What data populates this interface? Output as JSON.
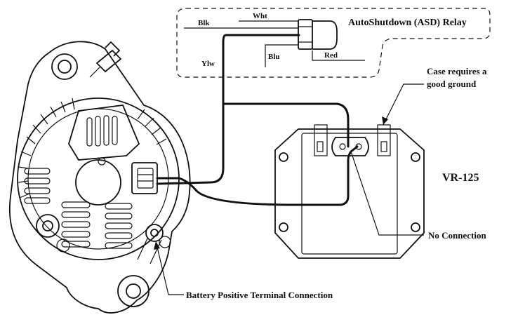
{
  "relay": {
    "title": "AutoShutdown (ASD) Relay",
    "wires": {
      "blk": "Blk",
      "wht": "Wht",
      "ylw": "Ylw",
      "blu": "Blu",
      "red": "Red"
    }
  },
  "regulator": {
    "name": "VR-125",
    "case_note_line1": "Case requires a",
    "case_note_line2": "good ground",
    "no_connection": "No Connection"
  },
  "alternator": {
    "battery_terminal": "Battery Positive Terminal Connection"
  },
  "colors": {
    "ink": "#111111",
    "paper": "#ffffff"
  }
}
